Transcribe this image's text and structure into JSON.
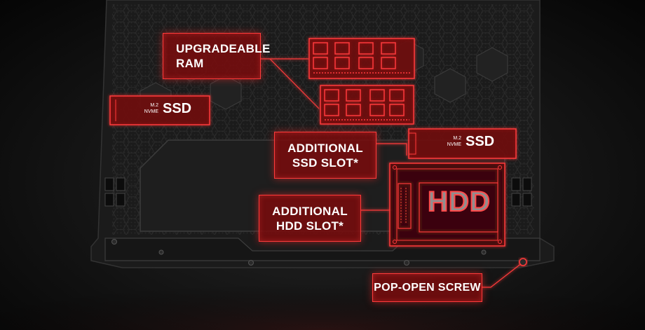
{
  "labels": {
    "ram": [
      "UPGRADEABLE",
      "RAM"
    ],
    "ssd_slot": [
      "ADDITIONAL",
      "SSD SLOT*"
    ],
    "hdd_slot": [
      "ADDITIONAL",
      "HDD SLOT*"
    ],
    "screw": "POP-OPEN SCREW"
  },
  "ssd_card": {
    "form_factor": "M.2",
    "interface": "NVME",
    "name": "SSD"
  },
  "hdd": "HDD",
  "colors": {
    "accent": "#ff3b3b",
    "label_fill": "#780c0e",
    "chassis": "#1c1c1c"
  }
}
